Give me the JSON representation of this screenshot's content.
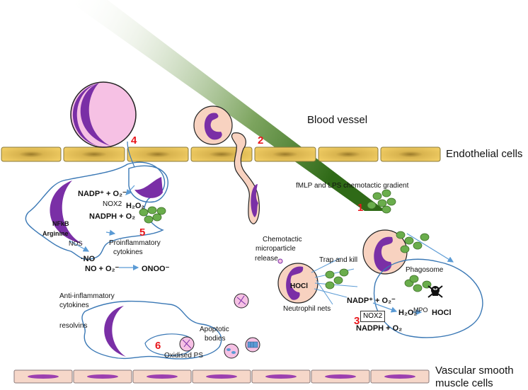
{
  "labels": {
    "blood_vessel": "Blood vessel",
    "endothelial_cells": "Endothelial cells",
    "vascular_smooth_line1": "Vascular smooth",
    "vascular_smooth_line2": "muscle cells",
    "gradient": "fMLP and LPS chemotactic gradient",
    "chemotactic_line1": "Chemotactic",
    "chemotactic_line2": "microparticle",
    "chemotactic_line3": "release",
    "trap_and_kill": "Trap and kill",
    "phagosome": "Phagosome",
    "hocl_inner": "HOCl",
    "neutrophil_nets": "Neutrophil nets",
    "nadp_right": "NADP⁺ + O₂⁻",
    "nox2_right": "NOX2",
    "h2o2_right": "H₂O₂",
    "mpo": "MPO",
    "hocl_right": "HOCl",
    "nadph_right": "NADPH + O₂",
    "nadp_left": "NADP⁺ +  O₂⁻",
    "nox2_left": "NOX2",
    "h2o2_left": "H₂O₂",
    "nadph_left": "NADPH + O₂",
    "nfkb": "NFkB",
    "arginine": "Arginine",
    "nos": "NOS",
    "no": "·NO",
    "no_reaction": "NO + O₂⁻",
    "onoo": "ONOO⁻",
    "proinflammatory_line1": "Proinflammatory",
    "proinflammatory_line2": "cytokines",
    "anti_line1": "Anti-inflammatory",
    "anti_line2": "cytokines",
    "resolvins": "resolvins",
    "apoptotic_line1": "Apoptotic",
    "apoptotic_line2": "bodies",
    "oxidised_ps": "Oxidised PS"
  },
  "steps": [
    "1",
    "2",
    "3",
    "4",
    "5",
    "6"
  ],
  "colors": {
    "endothelial": "#f2cf6b",
    "smooth_muscle": "#f6d7c9",
    "nucleus": "#7a2fa6",
    "cell_pink": "#f6c1e4",
    "bacteria": "#6aad4c",
    "gradient_dark": "#3e7a1e",
    "arrow_blue": "#5b9bd5",
    "step_red": "#e8171c"
  },
  "icons": [
    "skull-icon"
  ]
}
